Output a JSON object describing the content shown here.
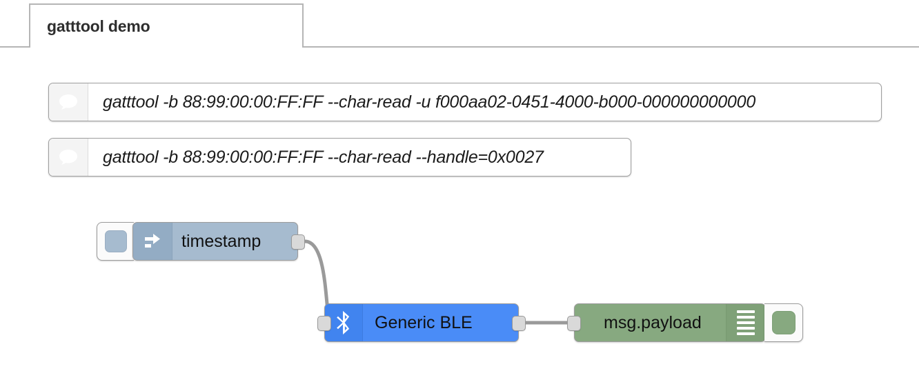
{
  "workspace": {
    "tabs": [
      {
        "label": "gatttool demo",
        "active": true
      }
    ]
  },
  "flow": {
    "comments": [
      {
        "id": "comment-1",
        "icon": "comment-bubble-icon",
        "text": "gatttool -b 88:99:00:00:FF:FF --char-read -u f000aa02-0451-4000-b000-000000000000"
      },
      {
        "id": "comment-2",
        "icon": "comment-bubble-icon",
        "text": "gatttool -b 88:99:00:00:FF:FF --char-read --handle=0x0027"
      }
    ],
    "nodes": [
      {
        "id": "inject-node",
        "type": "inject",
        "label": "timestamp",
        "icon": "inject-arrow-icon",
        "color": "#a6bbcf",
        "button": "inject-trigger-button",
        "ports": {
          "inputs": 0,
          "outputs": 1
        }
      },
      {
        "id": "generic-ble-node",
        "type": "Generic BLE",
        "label": "Generic BLE",
        "icon": "bluetooth-icon",
        "color": "#4a8cf7",
        "ports": {
          "inputs": 1,
          "outputs": 1
        }
      },
      {
        "id": "debug-node",
        "type": "debug",
        "label": "msg.payload",
        "icon": "debug-lines-icon",
        "color": "#87a980",
        "button": "debug-toggle-button",
        "ports": {
          "inputs": 1,
          "outputs": 0
        }
      }
    ],
    "wires": [
      {
        "from": "inject-node",
        "to": "generic-ble-node"
      },
      {
        "from": "generic-ble-node",
        "to": "debug-node"
      }
    ]
  },
  "colors": {
    "inject": "#a6bbcf",
    "ble": "#4a8cf7",
    "debug": "#87a980",
    "wire": "#9a9a9a",
    "tab_border": "#b5b5b5"
  }
}
